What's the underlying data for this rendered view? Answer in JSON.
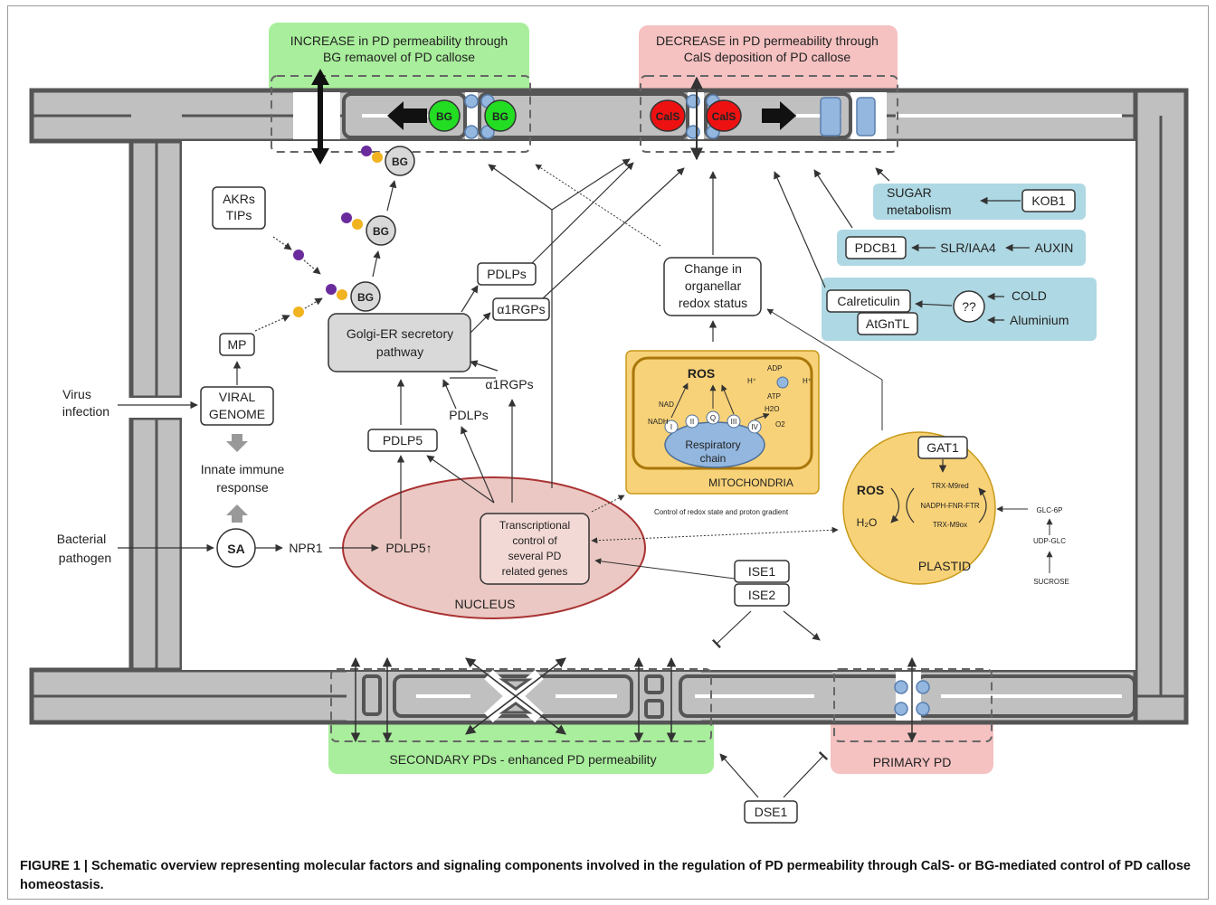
{
  "header_boxes": {
    "increase": [
      "INCREASE in PD permeability through",
      "BG remaovel of PD callose"
    ],
    "decrease": [
      "DECREASE in PD permeability through",
      "CalS deposition of PD callose"
    ]
  },
  "membrane_labels": {
    "bg": "BG",
    "cals": "CalS"
  },
  "bg_chain": [
    "BG",
    "BG",
    "BG"
  ],
  "akrs": [
    "AKRs",
    "TIPs"
  ],
  "mp": "MP",
  "golgi": [
    "Golgi-ER secretory",
    "pathway"
  ],
  "pdlps_box": "PDLPs",
  "a1rgps_box": "α1RGPs",
  "a1rgps_text": "α1RGPs",
  "pdlps_text": "PDLPs",
  "pdlp5_box": "PDLP5",
  "pdlp5_up": "PDLP5↑",
  "virus": [
    "Virus",
    "infection"
  ],
  "viral": [
    "VIRAL",
    "GENOME"
  ],
  "innate": [
    "Innate immune",
    "response"
  ],
  "bacterial": [
    "Bacterial",
    "pathogen"
  ],
  "sa": "SA",
  "npr1": "NPR1",
  "nucleus": "NUCLEUS",
  "transcription": [
    "Transcriptional",
    "control of",
    "several PD",
    "related genes"
  ],
  "change": [
    "Change in",
    "organellar",
    "redox status"
  ],
  "mito": {
    "label": "MITOCHONDRIA",
    "ros": "ROS",
    "chain": [
      "Respiratory",
      "chain"
    ],
    "complexes": [
      "I",
      "II",
      "Q",
      "III",
      "IV"
    ],
    "nadh": "NADH",
    "nad": "NAD",
    "h2o": "H2O",
    "o2": "O2",
    "h_plus": "H⁺",
    "adp": "ADP",
    "atp": "ATP",
    "note": "Control of redox state and proton gradient"
  },
  "plastid": {
    "label": "PLASTID",
    "gat1": "GAT1",
    "ros": "ROS",
    "h2o": "H₂O",
    "trx_red": "TRX-M9red",
    "ntr": "NADPH-FNR-FTR",
    "trx_ox": "TRX-M9ox",
    "glc6p": "GLC-6P",
    "udpglc": "UDP-GLC",
    "sucrose": "SUCROSE"
  },
  "sugar": {
    "label": [
      "SUGAR",
      "metabolism"
    ],
    "kob1": "KOB1"
  },
  "pdcb1": {
    "box": "PDCB1",
    "slr": "SLR/IAA4",
    "auxin": "AUXIN"
  },
  "calret": {
    "calreticulin": "Calreticulin",
    "atgntl": "AtGnTL",
    "q": "??",
    "cold": "COLD",
    "aluminium": "Aluminium"
  },
  "ise": [
    "ISE1",
    "ISE2"
  ],
  "dse1": "DSE1",
  "secondary": "SECONDARY PDs -  enhanced PD permeability",
  "primary": "PRIMARY PD",
  "caption": "FIGURE 1 | Schematic overview representing molecular factors and signaling components involved in the regulation of PD permeability through CalS- or BG-mediated control of PD callose homeostasis.",
  "colors": {
    "green_box": "#a9ee9c",
    "pink_box": "#f5c1c1",
    "blue_box": "#aed8e3",
    "gold": "#f8d278",
    "nucleus": "#ebc8c3",
    "wall": "#c0c0c0",
    "wall_edge": "#555555",
    "bg_green": "#22dd22",
    "cals_red": "#ee1111",
    "purple": "#6a2b9c",
    "orange": "#f2b320",
    "blue_chain": "#93b7df"
  }
}
